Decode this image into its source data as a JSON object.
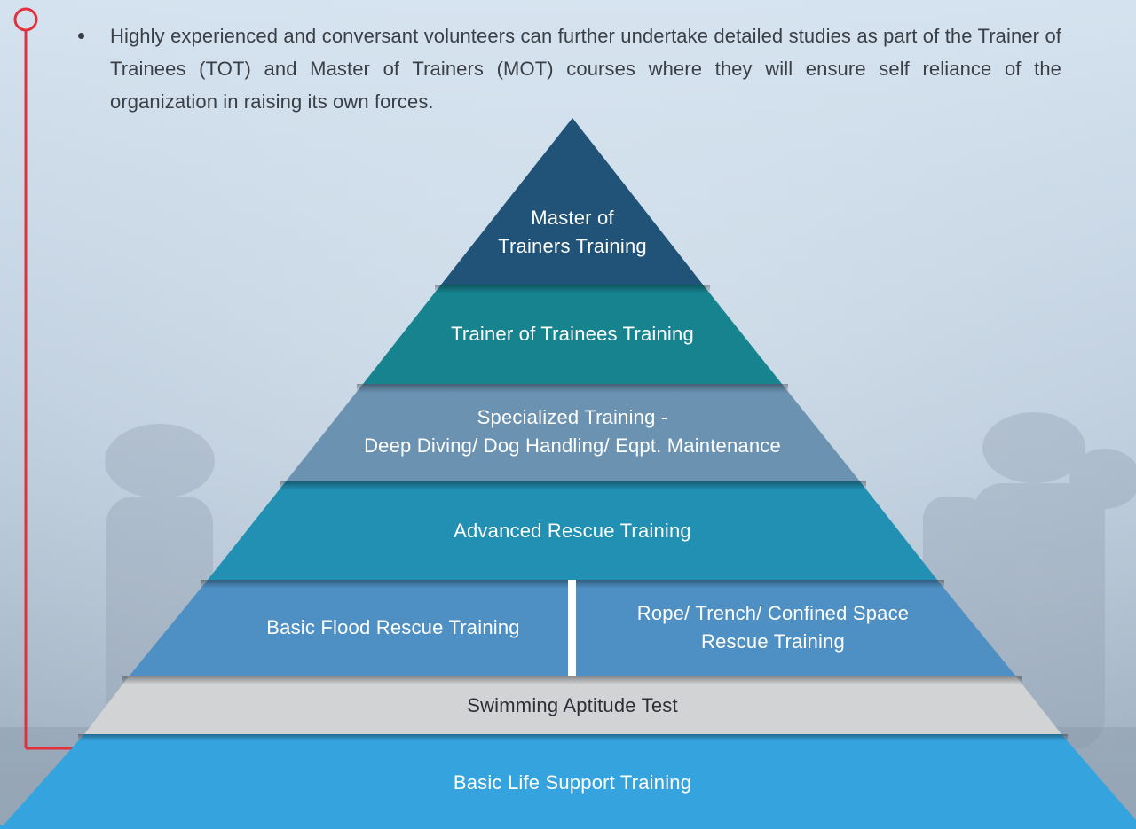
{
  "bullet": {
    "text": "Highly experienced and conversant volunteers can further undertake detailed studies as part of the Trainer of Trainees (TOT) and Master of Trainers (MOT) courses where they will ensure self reliance of the organization in raising its own forces."
  },
  "pyramid": {
    "tiers": [
      {
        "label_line1": "Master of",
        "label_line2": "Trainers Training",
        "color": "#215378"
      },
      {
        "label": "Trainer of Trainees Training",
        "color": "#17838f"
      },
      {
        "label_line1": "Specialized Training -",
        "label_line2": "Deep Diving/ Dog Handling/ Eqpt. Maintenance",
        "color": "#6b92b1"
      },
      {
        "label": "Advanced Rescue Training",
        "color": "#2190b3"
      },
      {
        "left_label": "Basic Flood Rescue Training",
        "right_label_line1": "Rope/ Trench/ Confined Space",
        "right_label_line2": "Rescue Training",
        "color": "#4f90c4"
      },
      {
        "label": "Swimming Aptitude Test",
        "color": "#d2d3d5"
      },
      {
        "label": "Basic Life Support Training",
        "color": "#35a4de"
      }
    ]
  },
  "colors": {
    "accent_line": "#e0313c",
    "body_text": "#3a3f46"
  }
}
